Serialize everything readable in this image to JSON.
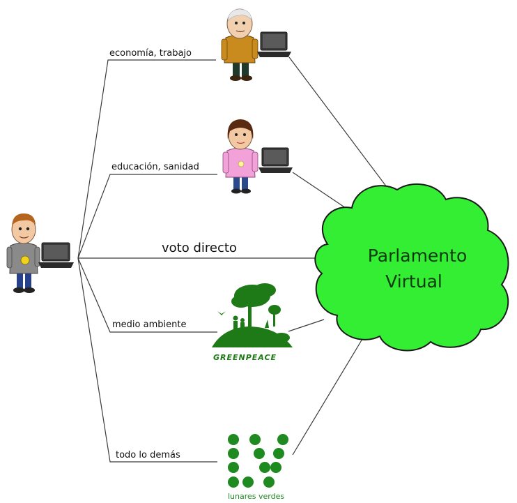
{
  "diagram": {
    "voter_links": {
      "economy": "economía, trabajo",
      "education": "educación, sanidad",
      "direct": "voto directo",
      "environment": "medio ambiente",
      "rest": "todo lo demás"
    },
    "parliament": {
      "line1": "Parlamento",
      "line2": "Virtual"
    },
    "logos": {
      "greenpeace": "GREENPEACE",
      "lunares_verdes": "lunares verdes"
    },
    "colors": {
      "cloud_fill": "#33ee33",
      "cloud_stroke": "#1a1a1a",
      "logo_green": "#1e7a16",
      "dot_green": "#1f8a1f"
    }
  }
}
